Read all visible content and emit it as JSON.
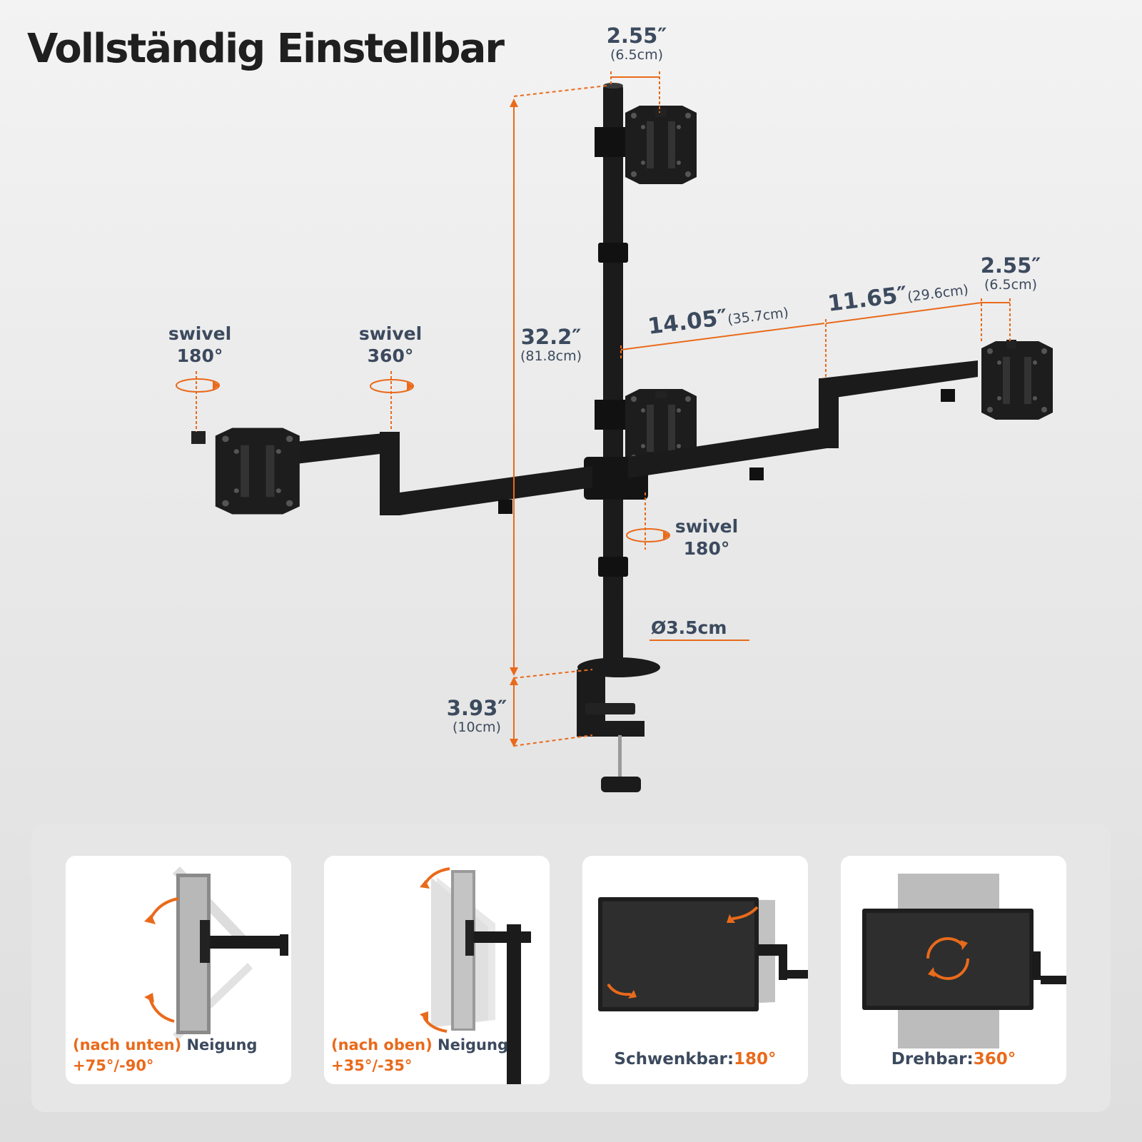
{
  "title": "Vollständig Einstellbar",
  "dimensions": {
    "top_mount": {
      "inch": "2.55″",
      "cm": "(6.5cm)"
    },
    "right_mount": {
      "inch": "2.55″",
      "cm": "(6.5cm)"
    },
    "height": {
      "inch": "32.2″",
      "cm": "(81.8cm)"
    },
    "arm_inner": {
      "inch": "14.05″",
      "cm": "(35.7cm)"
    },
    "arm_outer": {
      "inch": "11.65″",
      "cm": "(29.6cm)"
    },
    "clamp": {
      "inch": "3.93″",
      "cm": "(10cm)"
    },
    "pole_diameter": "Ø3.5cm"
  },
  "swivels": {
    "left_mount": {
      "label": "swivel",
      "angle": "180°"
    },
    "left_joint": {
      "label": "swivel",
      "angle": "360°"
    },
    "center": {
      "label": "swivel",
      "angle": "180°"
    }
  },
  "features": [
    {
      "prefix": "(nach unten)",
      "name": "Neigung",
      "range": "+75°/-90°"
    },
    {
      "prefix": "(nach oben)",
      "name": "Neigung",
      "range": "+35°/-35°"
    },
    {
      "name": "Schwenkbar:",
      "value": "180°"
    },
    {
      "name": "Drehbar:",
      "value": "360°"
    }
  ],
  "colors": {
    "accent": "#e96a1b",
    "text": "#3c4a5e",
    "metal": "#1b1b1b"
  }
}
